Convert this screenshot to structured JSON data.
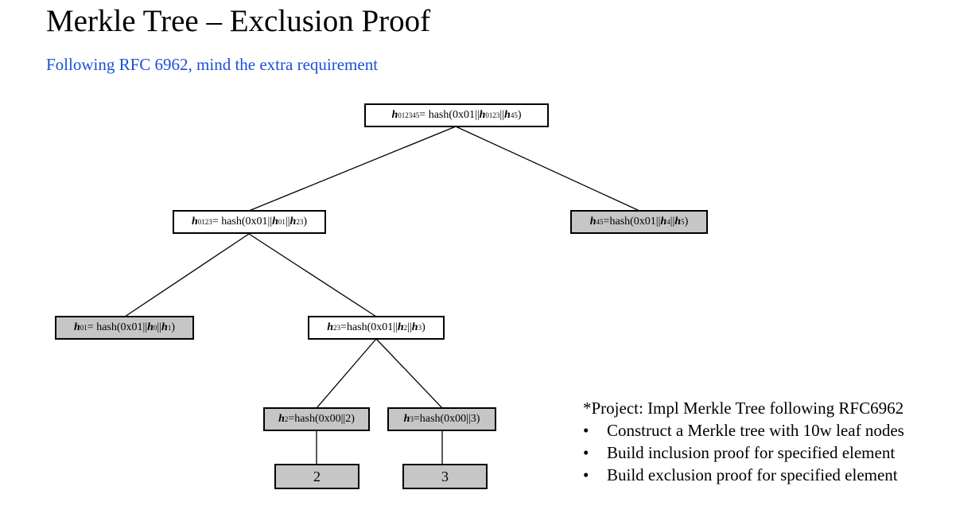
{
  "title": "Merkle Tree – Exclusion Proof",
  "subtitle": "Following RFC 6962, mind the extra requirement",
  "nodes": {
    "root": {
      "lhs": "h",
      "lhs_sub": "012345",
      "eq": "= hash(0x01||",
      "a": "h",
      "a_sub": "0123",
      "sep": "||",
      "b": "h",
      "b_sub": "45",
      "end": ")"
    },
    "h0123": {
      "lhs": "h",
      "lhs_sub": "0123",
      "eq": "= hash(0x01||",
      "a": "h",
      "a_sub": "01",
      "sep": "||",
      "b": "h",
      "b_sub": "23",
      "end": ")"
    },
    "h45": {
      "lhs": "h",
      "lhs_sub": "45",
      "eq": "=hash(0x01||",
      "a": "h",
      "a_sub": "4",
      "sep": "||",
      "b": "h",
      "b_sub": "5",
      "end": ")"
    },
    "h01": {
      "lhs": "h",
      "lhs_sub": "01",
      "eq": "= hash(0x01||",
      "a": "h",
      "a_sub": "0",
      "sep": "||",
      "b": "h",
      "b_sub": "1",
      "end": ")"
    },
    "h23": {
      "lhs": "h",
      "lhs_sub": "23",
      "eq": "=hash(0x01||",
      "a": "h",
      "a_sub": "2",
      "sep": "||",
      "b": "h",
      "b_sub": "3",
      "end": ")"
    },
    "h2": {
      "lhs": "h",
      "lhs_sub": "2",
      "eq": "=hash(0x00||2)"
    },
    "h3": {
      "lhs": "h",
      "lhs_sub": "3",
      "eq": "=hash(0x00||3)"
    }
  },
  "leaves": {
    "leaf2": "2",
    "leaf3": "3"
  },
  "notes": {
    "heading": "*Project: Impl Merkle Tree following RFC6962",
    "bullet": "•",
    "items": [
      "Construct a Merkle tree with 10w leaf nodes",
      "Build inclusion proof for specified element",
      "Build exclusion proof for specified element"
    ]
  }
}
